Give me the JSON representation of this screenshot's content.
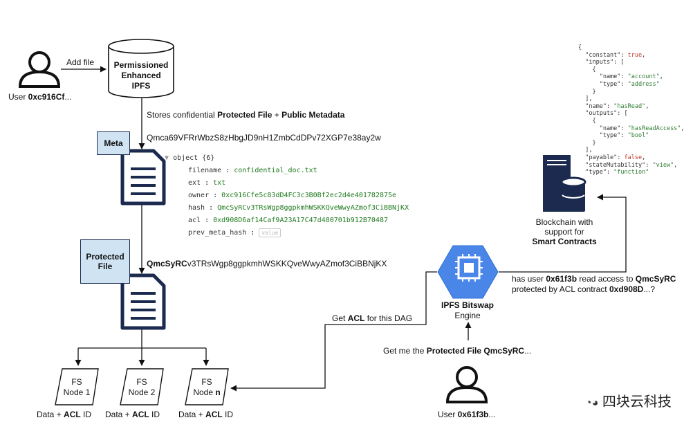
{
  "user_top": {
    "prefix": "User ",
    "id": "0xc916Cf",
    "suffix": "..."
  },
  "add_file": "Add file",
  "ipfs_store": {
    "line1": "Permissioned",
    "line2": "Enhanced",
    "line3": "IPFS"
  },
  "stores": {
    "pre": "Stores confidential ",
    "protected": "Protected File",
    "plus": " + ",
    "public": "Public Metadata"
  },
  "meta_hash": "Qmca69VFRrWbzS8zHbgJD9nH1ZmbCdDPv72XGP7e38ay2w",
  "meta_label": "Meta",
  "object_view": {
    "header": "object {6}",
    "rows": [
      {
        "key": "filename",
        "value": "confidential_doc.txt"
      },
      {
        "key": "ext",
        "value": "txt"
      },
      {
        "key": "owner",
        "value": "0xc916Cfe5c83dD4FC3c3B0Bf2ec2d4e401782875e"
      },
      {
        "key": "hash",
        "value": "QmcSyRCv3TRsWgp8ggpkmhWSKKQveWwyAZmof3CiBBNjKX"
      },
      {
        "key": "acl",
        "value": "0xd908D6af14Caf9A23A17C47d480701b912B70487"
      },
      {
        "key": "prev_meta_hash",
        "value": "value"
      }
    ]
  },
  "protected_label": {
    "line1": "Protected",
    "line2": "File"
  },
  "protected_hash": {
    "bold": "QmcSyRC",
    "rest": "v3TRsWgp8ggpkmhWSKKQveWwyAZmof3CiBBNjKX"
  },
  "fs_nodes": [
    {
      "line1": "FS",
      "line2": "Node 1",
      "caption_pre": "Data  + ",
      "caption_bold": "ACL",
      "caption_post": " ID"
    },
    {
      "line1": "FS",
      "line2": "Node 2",
      "caption_pre": "Data + ",
      "caption_bold": "ACL",
      "caption_post": " ID"
    },
    {
      "line1": "FS",
      "line2_pre": "Node ",
      "line2_bold": "n",
      "caption_pre": "Data + ",
      "caption_bold": "ACL",
      "caption_post": " ID"
    }
  ],
  "get_acl": {
    "pre": "Get ",
    "bold": "ACL",
    "post": " for this DAG"
  },
  "bitswap": {
    "line1": "IPFS Bitswap",
    "line2": "Engine"
  },
  "get_me": {
    "pre": "Get me the ",
    "bold": "Protected File QmcSyRC",
    "post": "..."
  },
  "user_bottom": {
    "prefix": "User ",
    "id": "0x61f3b",
    "suffix": "..."
  },
  "question": {
    "line1_pre": "has user ",
    "line1_b1": "0x61f3b",
    "line1_mid": " read access to ",
    "line1_b2": "QmcSyRC",
    "line2_pre": "protected by ACL contract ",
    "line2_b": "0xd908D",
    "line2_post": "...?"
  },
  "blockchain": {
    "line1": "Blockchain with",
    "line2": "support for",
    "line3": "Smart Contracts"
  },
  "abi_json": [
    "{",
    "  \"constant\": true,",
    "  \"inputs\": [",
    "    {",
    "      \"name\": \"account\",",
    "      \"type\": \"address\"",
    "    }",
    "  ],",
    "  \"name\": \"hasRead\",",
    "  \"outputs\": [",
    "    {",
    "      \"name\": \"hasReadAccess\",",
    "      \"type\": \"bool\"",
    "    }",
    "  ],",
    "  \"payable\": false,",
    "  \"stateMutability\": \"view\",",
    "  \"type\": \"function\""
  ],
  "watermark": "四块云科技",
  "colors": {
    "doc_blue": "#1b2a4e",
    "tag_fill": "#cfe3f3",
    "hex_blue": "#4a86e8",
    "server_navy": "#1b2a4e",
    "json_string": "#2e7d32"
  }
}
